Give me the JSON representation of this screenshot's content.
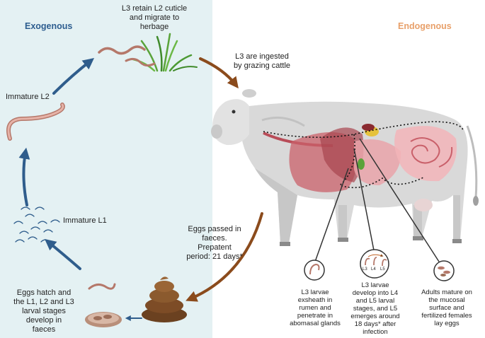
{
  "headers": {
    "exogenous": "Exogenous",
    "endogenous": "Endogenous"
  },
  "labels": {
    "l3_herbage": [
      "L3 retain L2 cuticle",
      "and migrate to",
      "herbage"
    ],
    "l3_ingested": [
      "L3 are ingested",
      "by grazing cattle"
    ],
    "immature_l2": "Immature L2",
    "immature_l1": "Immature L1",
    "eggs_passed": [
      "Eggs passed in",
      "faeces.",
      "Prepatent",
      "period: 21 days*"
    ],
    "eggs_hatch": [
      "Eggs hatch and",
      "the L1, L2 and L3",
      "larval stages",
      "develop in",
      "faeces"
    ],
    "callout_exsheath": [
      "L3 larvae",
      "exsheath in",
      "rumen and",
      "penetrate in",
      "abomasal glands"
    ],
    "callout_develop": [
      "L3 larvae",
      "develop into L4",
      "and L5 larval",
      "stages, and L5",
      "emerges around",
      "18 days* after",
      "infection"
    ],
    "callout_adults": [
      "Adults mature on",
      "the mucosal",
      "surface and",
      "fertilized females",
      "lay eggs"
    ],
    "stages": [
      "L3",
      "L4",
      "L5"
    ]
  },
  "colors": {
    "exogenous_bg": "#e4f1f3",
    "exogenous_text": "#2d5d8f",
    "endogenous_text": "#e8a06a",
    "blue_arrow": "#2f5d8c",
    "brown_arrow": "#8b4b1c",
    "cow_body": "#d9d9d9",
    "organ_red": "#c9606a",
    "organ_pink": "#e9a3a9"
  }
}
